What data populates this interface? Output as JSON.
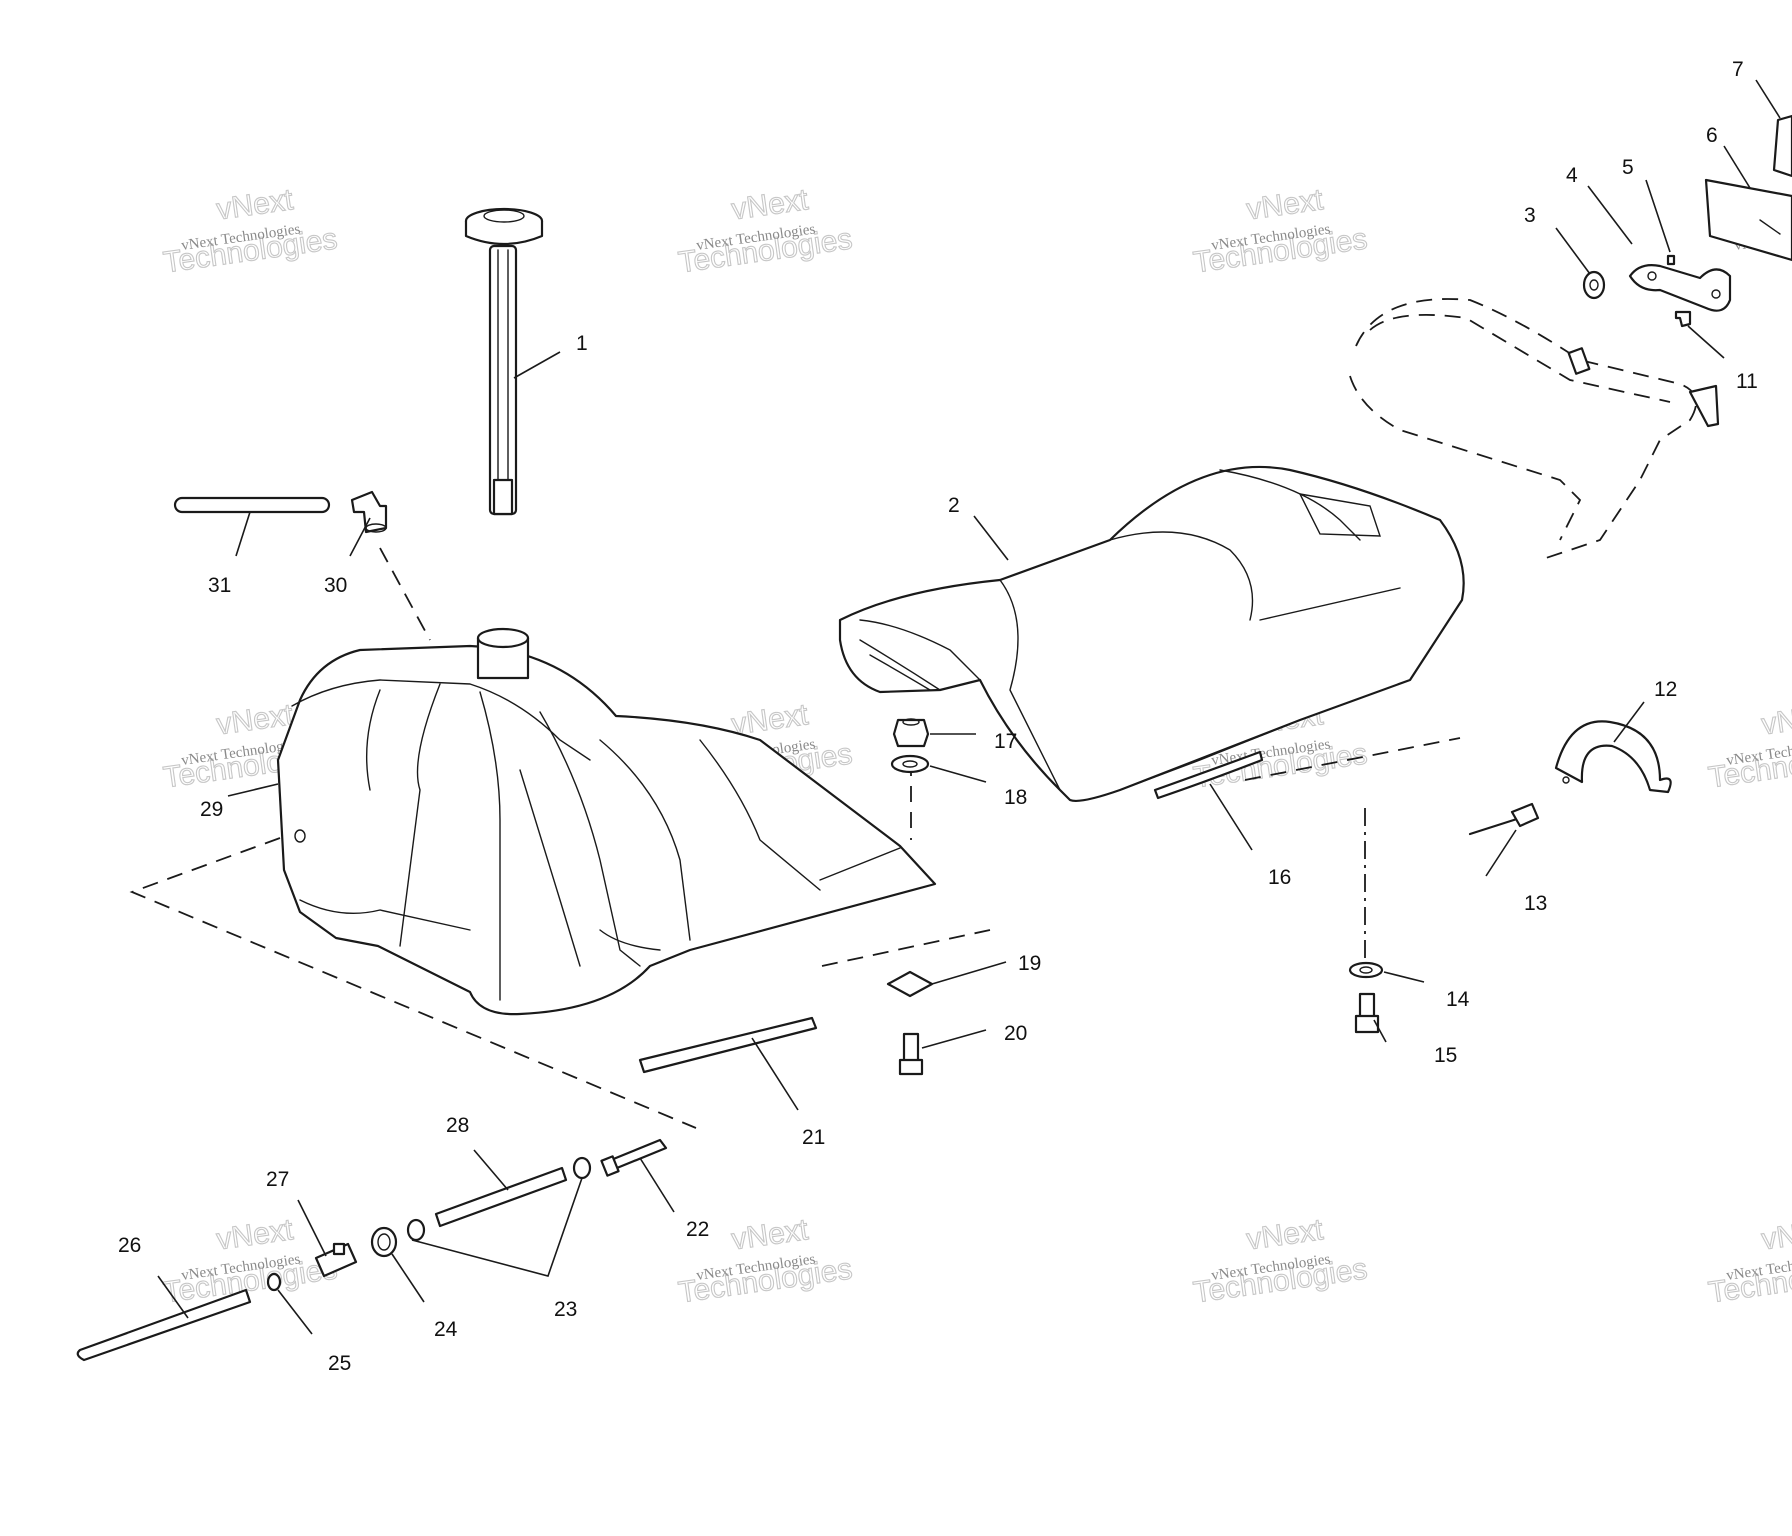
{
  "diagram": {
    "callouts": [
      "1",
      "2",
      "3",
      "4",
      "5",
      "6",
      "7",
      "11",
      "12",
      "13",
      "14",
      "15",
      "16",
      "17",
      "18",
      "19",
      "20",
      "21",
      "22",
      "23",
      "24",
      "25",
      "26",
      "27",
      "28",
      "29",
      "30",
      "31"
    ],
    "watermark": {
      "line1": "vNext Technologies",
      "line2a": "vNext",
      "line2b": "Technologies"
    }
  }
}
